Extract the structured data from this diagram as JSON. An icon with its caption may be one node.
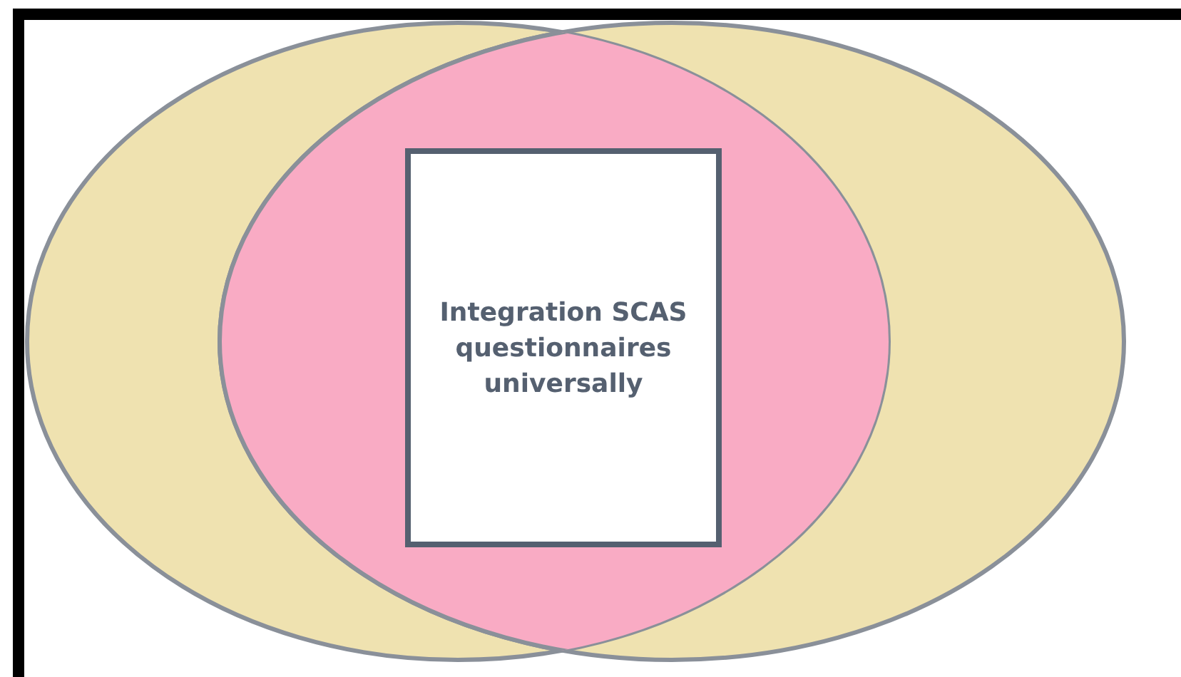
{
  "diagram": {
    "nodes": [
      {
        "text": [],
        "shape": "ellipse"
      },
      {
        "text": [],
        "shape": "ellipse"
      },
      {
        "text": [
          "Integration SCAS questionnaires universally"
        ]
      }
    ]
  }
}
